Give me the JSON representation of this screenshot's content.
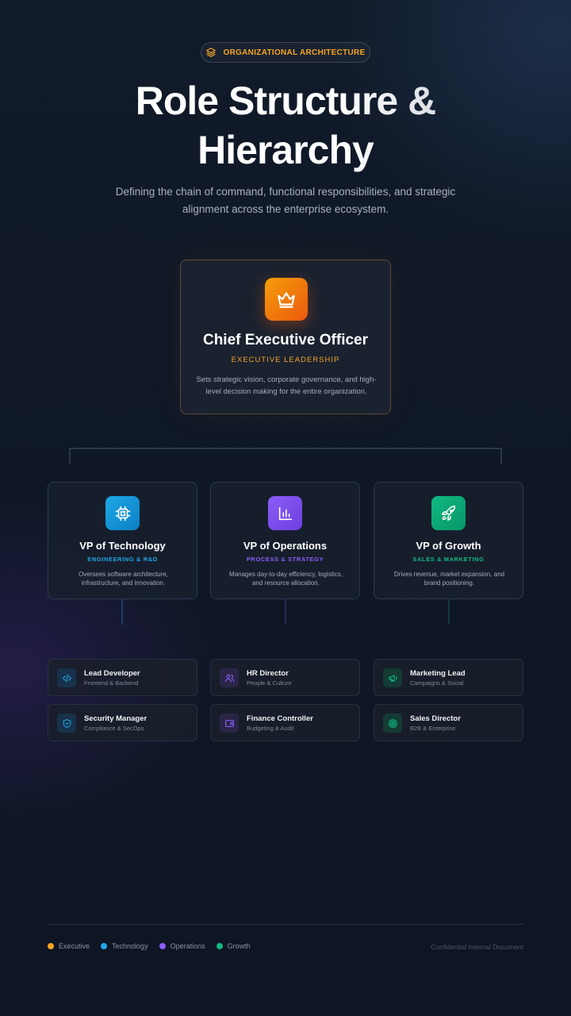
{
  "badge": {
    "label": "ORGANIZATIONAL ARCHITECTURE",
    "icon": "layers-icon",
    "color": "#f5a524"
  },
  "header": {
    "title_line1": "Role Structure &",
    "title_line2": "Hierarchy",
    "subtitle": "Defining the chain of command, functional responsibilities, and strategic alignment across the enterprise ecosystem."
  },
  "ceo": {
    "title": "Chief Executive Officer",
    "tag": "EXECUTIVE LEADERSHIP",
    "description": "Sets strategic vision, corporate governance, and high-level decision making for the entire organization.",
    "icon": "crown-icon",
    "color": "#f5a524"
  },
  "vps": [
    {
      "title": "VP of Technology",
      "tag": "ENGINEERING & R&D",
      "description": "Oversees software architecture, infrastructure, and innovation.",
      "icon": "cpu-icon",
      "color": "#1ea7e6"
    },
    {
      "title": "VP of Operations",
      "tag": "PROCESS & STRATEGY",
      "description": "Manages day-to-day efficiency, logistics, and resource allocation.",
      "icon": "bar-chart-icon",
      "color": "#8b5cf6"
    },
    {
      "title": "VP of Growth",
      "tag": "SALES & MARKETING",
      "description": "Drives revenue, market expansion, and brand positioning.",
      "icon": "rocket-icon",
      "color": "#10b981"
    }
  ],
  "sub_roles": [
    {
      "title": "Lead Developer",
      "desc": "Frontend & Backend",
      "icon": "code-icon"
    },
    {
      "title": "Security Manager",
      "desc": "Compliance & SecOps",
      "icon": "shield-icon"
    },
    {
      "title": "HR Director",
      "desc": "People & Culture",
      "icon": "users-icon"
    },
    {
      "title": "Finance Controller",
      "desc": "Budgeting & Audit",
      "icon": "wallet-icon"
    },
    {
      "title": "Marketing Lead",
      "desc": "Campaigns & Social",
      "icon": "megaphone-icon"
    },
    {
      "title": "Sales Director",
      "desc": "B2B & Enterprise",
      "icon": "target-icon"
    }
  ],
  "legend": [
    {
      "label": "Executive",
      "color": "#f5a524"
    },
    {
      "label": "Technology",
      "color": "#1ea7e6"
    },
    {
      "label": "Operations",
      "color": "#8b5cf6"
    },
    {
      "label": "Growth",
      "color": "#10b981"
    }
  ],
  "footer": {
    "note": "Confidential Internal Document"
  }
}
